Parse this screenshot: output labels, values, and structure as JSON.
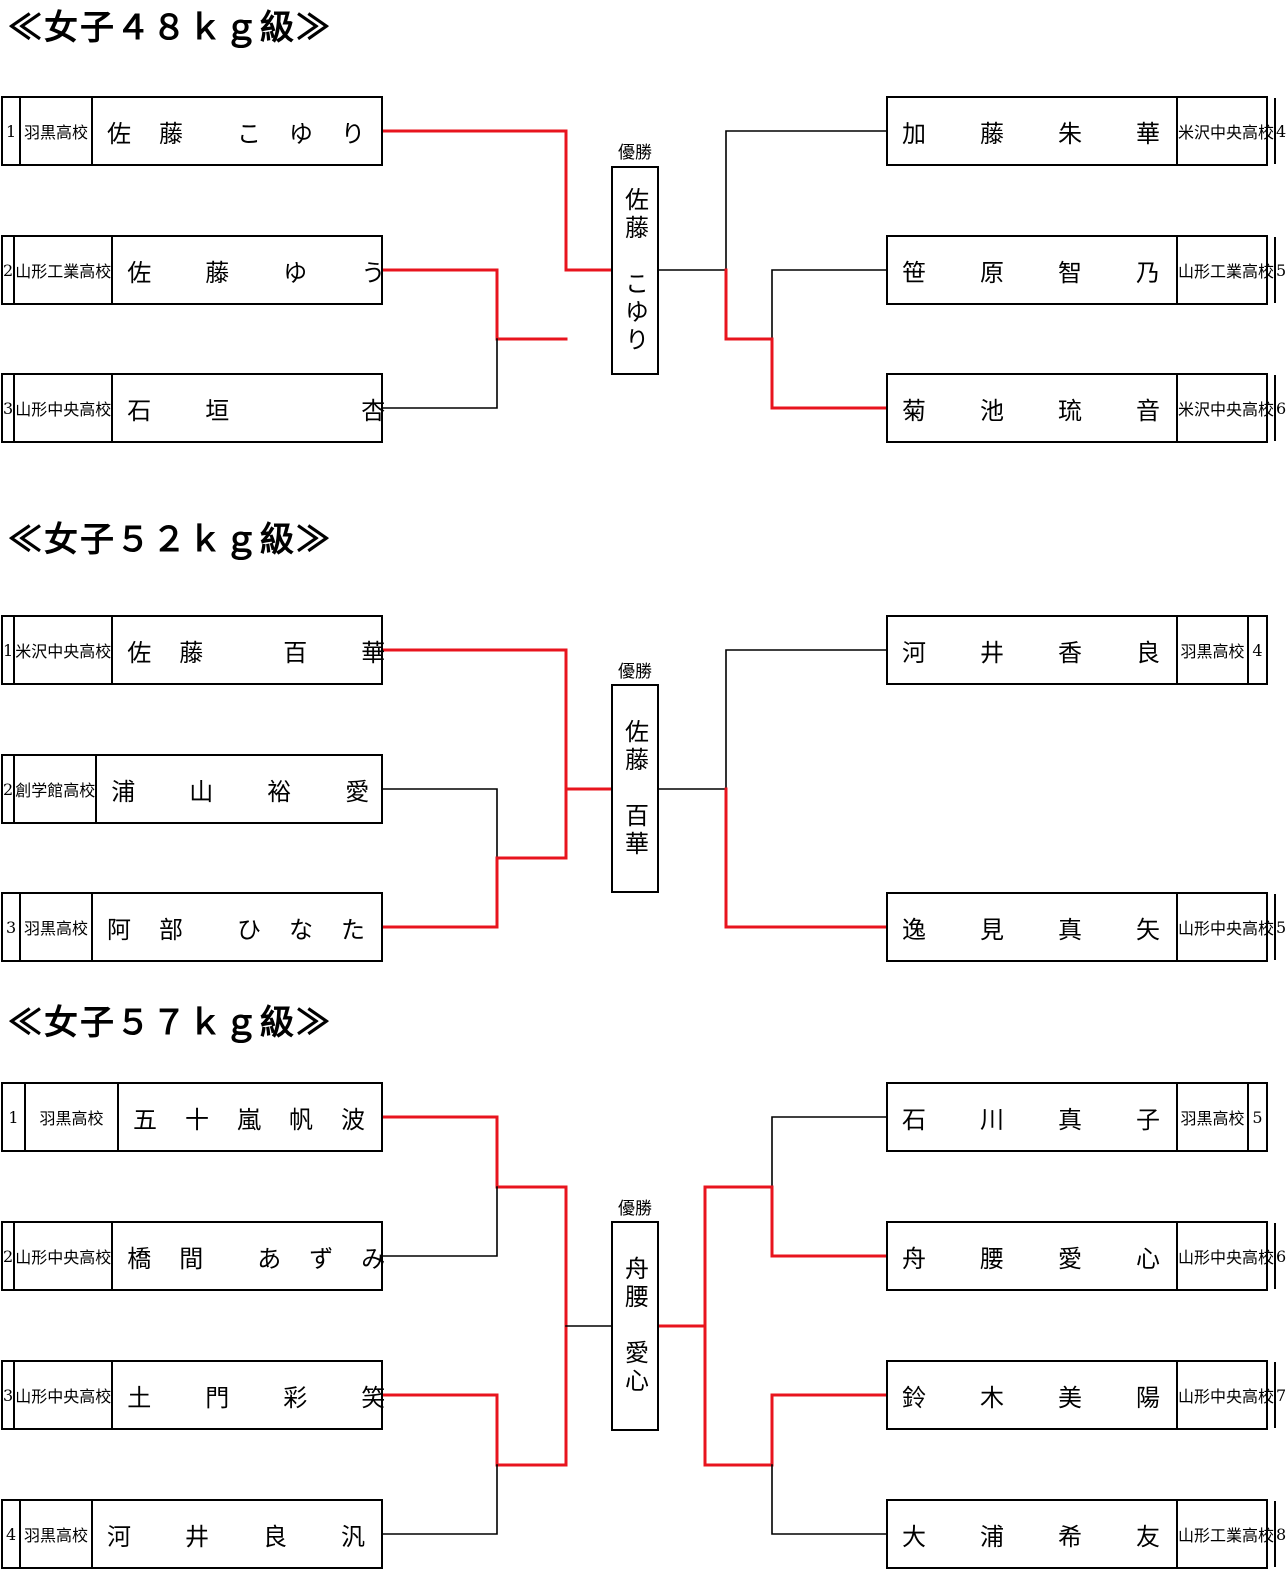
{
  "colors": {
    "win_line": "#e8141e",
    "line": "#000000"
  },
  "champion_label": "優勝",
  "divisions": [
    {
      "title": "≪女子４８ｋｇ級≫",
      "champion": "佐藤　こゆり",
      "left": [
        {
          "seed": "1",
          "school": "羽黒高校",
          "name": "佐　藤　　こ　ゆ　り"
        },
        {
          "seed": "2",
          "school": "山形工業高校",
          "name": "佐　　藤　　ゆ　　う"
        },
        {
          "seed": "3",
          "school": "山形中央高校",
          "name": "石　　垣　　　　　杏"
        }
      ],
      "right": [
        {
          "seed": "4",
          "school": "米沢中央高校",
          "name": "加　　藤　　朱　　華"
        },
        {
          "seed": "5",
          "school": "山形工業高校",
          "name": "笹　　原　　智　　乃"
        },
        {
          "seed": "6",
          "school": "米沢中央高校",
          "name": "菊　　池　　琉　　音"
        }
      ]
    },
    {
      "title": "≪女子５２ｋｇ級≫",
      "champion": "佐藤　百華",
      "left": [
        {
          "seed": "1",
          "school": "米沢中央高校",
          "name": "佐　藤　　　百　　華"
        },
        {
          "seed": "2",
          "school": "創学館高校",
          "name": "浦　　山　　裕　　愛"
        },
        {
          "seed": "3",
          "school": "羽黒高校",
          "name": "阿　部　　ひ　な　た"
        }
      ],
      "right": [
        {
          "seed": "4",
          "school": "羽黒高校",
          "name": "河　　井　　香　　良"
        },
        {
          "seed": "5",
          "school": "山形中央高校",
          "name": "逸　　見　　真　　矢"
        }
      ]
    },
    {
      "title": "≪女子５７ｋｇ級≫",
      "champion": "舟腰　愛心",
      "left": [
        {
          "seed": "1",
          "school": "羽黒高校",
          "name": "五　十　嵐　帆　波"
        },
        {
          "seed": "2",
          "school": "山形中央高校",
          "name": "橋　間　　あ　ず　み"
        },
        {
          "seed": "3",
          "school": "山形中央高校",
          "name": "土　　門　　彩　　笑"
        },
        {
          "seed": "4",
          "school": "羽黒高校",
          "name": "河　　井　　良　　汎"
        }
      ],
      "right": [
        {
          "seed": "5",
          "school": "羽黒高校",
          "name": "石　　川　　真　　子"
        },
        {
          "seed": "6",
          "school": "山形中央高校",
          "name": "舟　　腰　　愛　　心"
        },
        {
          "seed": "7",
          "school": "山形中央高校",
          "name": "鈴　　木　　美　　陽"
        },
        {
          "seed": "8",
          "school": "山形工業高校",
          "name": "大　　浦　　希　　友"
        }
      ]
    }
  ]
}
